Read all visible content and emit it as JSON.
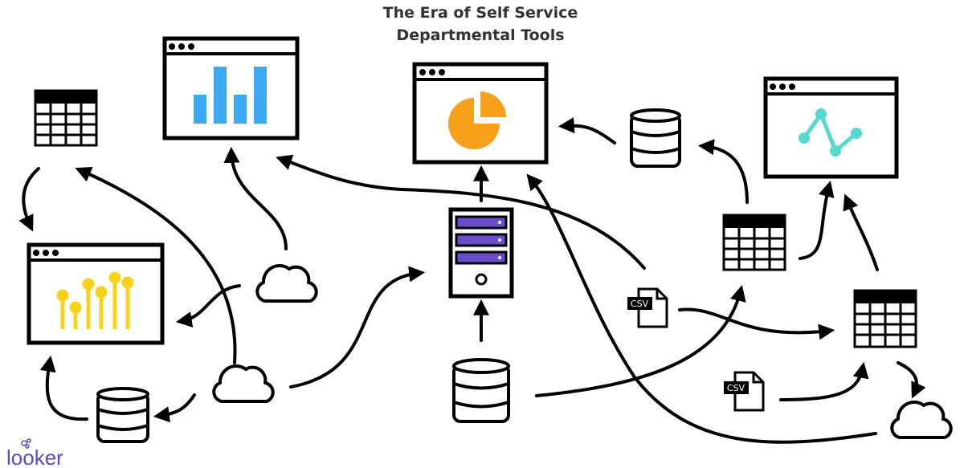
{
  "title": {
    "line1": "The Era of Self Service",
    "line2": "Departmental Tools"
  },
  "csv_labels": [
    "CSV",
    "CSV"
  ],
  "logo": {
    "text": "looker"
  },
  "colors": {
    "bar_chart": "#3aa9f2",
    "lollipop_chart": "#f7d21a",
    "pie_chart": "#f7a11b",
    "line_chart": "#55d8cf",
    "server_slots": "#6a4bc9",
    "logo": "#5b4bc4",
    "stroke": "#000000"
  },
  "icons": [
    "bar-chart-window-icon",
    "pie-chart-window-icon",
    "line-chart-window-icon",
    "lollipop-chart-window-icon",
    "server-icon",
    "database-icon",
    "cloud-icon",
    "spreadsheet-icon",
    "csv-file-icon",
    "arrow-icon"
  ]
}
